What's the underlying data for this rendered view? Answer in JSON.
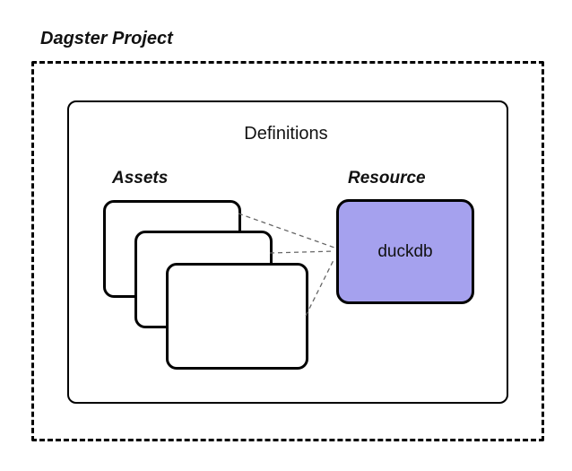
{
  "diagram": {
    "project_label": "Dagster Project",
    "definitions_label": "Definitions",
    "assets_label": "Assets",
    "resource_label": "Resource",
    "resource_node_label": "duckdb",
    "asset_card_count": 3
  },
  "colors": {
    "resource_fill": "#A5A1EE",
    "box_border": "#000000",
    "connector": "#666666"
  }
}
